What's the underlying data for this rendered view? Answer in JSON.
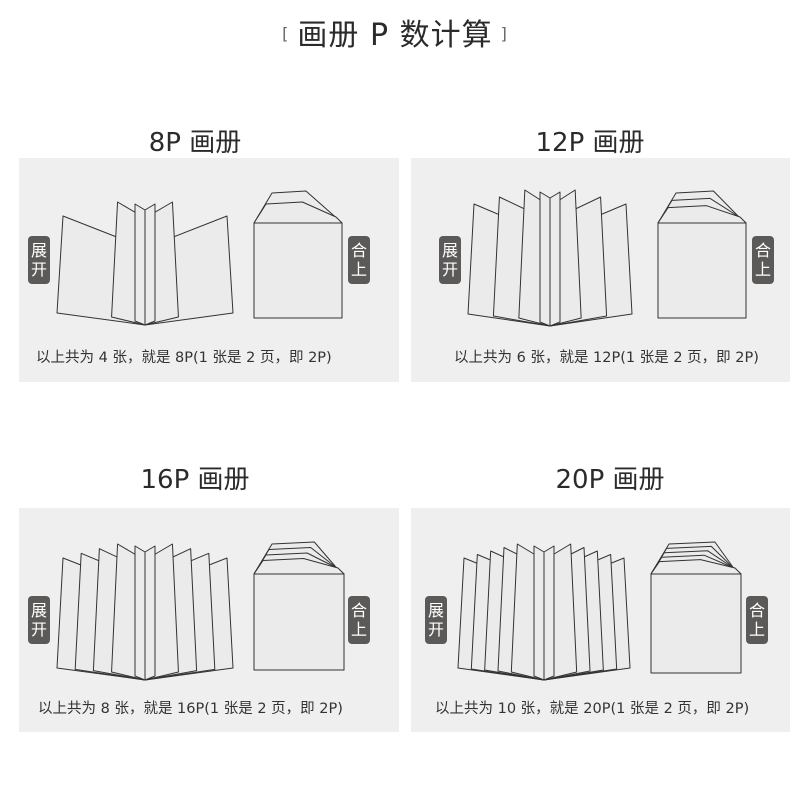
{
  "title": "画册 P 数计算",
  "bracket_left": "[",
  "bracket_right": "]",
  "sections": [
    {
      "title": "8P 画册",
      "open_label": "展开",
      "closed_label": "合上",
      "caption": "以上共为 4 张，就是 8P(1 张是 2 页，即 2P)",
      "sheets": 4
    },
    {
      "title": "12P 画册",
      "open_label": "展开",
      "closed_label": "合上",
      "caption": "以上共为 6 张，就是 12P(1 张是 2 页，即 2P)",
      "sheets": 6
    },
    {
      "title": "16P 画册",
      "open_label": "展开",
      "closed_label": "合上",
      "caption": "以上共为 8 张，就是 16P(1 张是 2 页，即 2P)",
      "sheets": 8
    },
    {
      "title": "20P 画册",
      "open_label": "展开",
      "closed_label": "合上",
      "caption": "以上共为 10 张，就是 20P(1 张是 2 页，即 2P)",
      "sheets": 10
    }
  ]
}
